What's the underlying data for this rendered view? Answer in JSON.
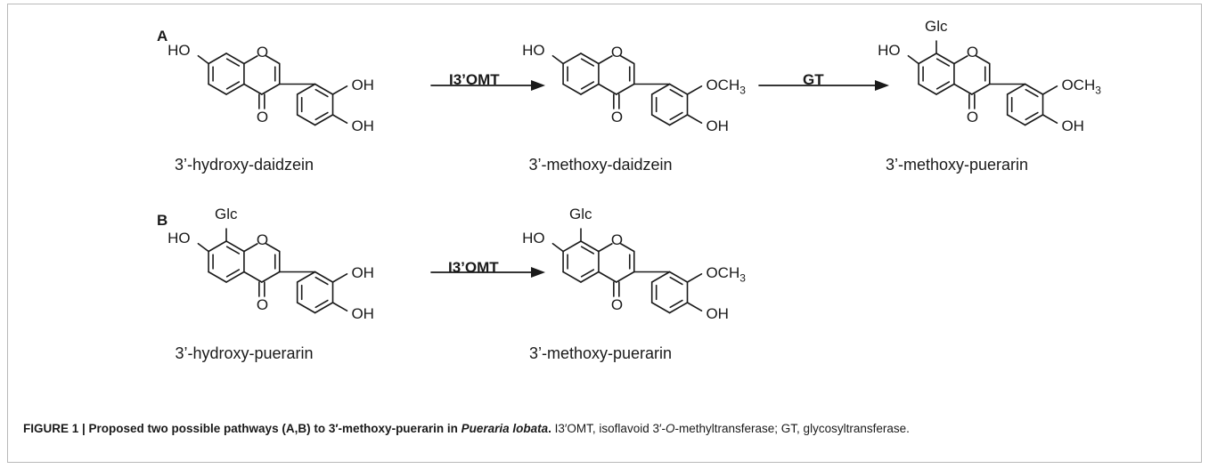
{
  "panels": {
    "a_label": "A",
    "b_label": "B"
  },
  "enzymes": {
    "i3omt": "I3’OMT",
    "gt": "GT"
  },
  "compounds": {
    "hydroxy_daidzein": "3’-hydroxy-daidzein",
    "methoxy_daidzein": "3’-methoxy-daidzein",
    "methoxy_puerarin": "3’-methoxy-puerarin",
    "hydroxy_puerarin": "3’-hydroxy-puerarin"
  },
  "atoms": {
    "ho": "HO",
    "o_ring": "O",
    "o_keto": "O",
    "oh": "OH",
    "och3_main": "OCH",
    "och3_sub": "3",
    "glc": "Glc"
  },
  "caption": {
    "figure_id": "FIGURE 1 | Proposed two possible pathways (A,B) to 3′-methoxy-puerarin in ",
    "species": "Pueraria lobata",
    "title_end": ".",
    "body_1": " I3′OMT, isoflavoid 3′-",
    "body_o": "O",
    "body_2": "-methyltransferase; GT, glycosyltransferase."
  },
  "colors": {
    "ink": "#1a1a1a",
    "frame": "#b9b9b9"
  }
}
